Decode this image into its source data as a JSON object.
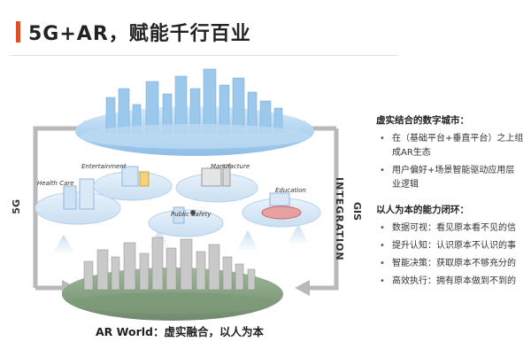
{
  "title": "5G+AR，赋能千行百业",
  "diagram": {
    "left_label": "5G",
    "right_label_1": "INTEGRATION",
    "right_label_2": "GIS",
    "islands": {
      "health_care": "Health Care",
      "entertainment": "Entertainment",
      "manufacture": "Manufacture",
      "public_safety": "Public Safety",
      "education": "Education"
    },
    "footer": "AR World：虚实融合，以人为本"
  },
  "panel": {
    "section1_title": "虚实结合的数字城市：",
    "section1_bullets": [
      {
        "line": "在（基础平台+垂直平台）之上组",
        "cont": "成AR生态"
      },
      {
        "line": "用户偏好+场景智能驱动应用层",
        "cont": "业逻辑"
      }
    ],
    "section2_title": "以人为本的能力闭环：",
    "section2_bullets": [
      "数据可视：看见原本看不见的信",
      "提升认知：认识原本不认识的事",
      "智能决策：获取原本不够充分的",
      "高效执行：拥有原本做到不到的"
    ]
  },
  "colors": {
    "accent": "#d9502a",
    "sky_blue": "#9cc8ec",
    "arrow_gray": "#b9b9b9"
  }
}
